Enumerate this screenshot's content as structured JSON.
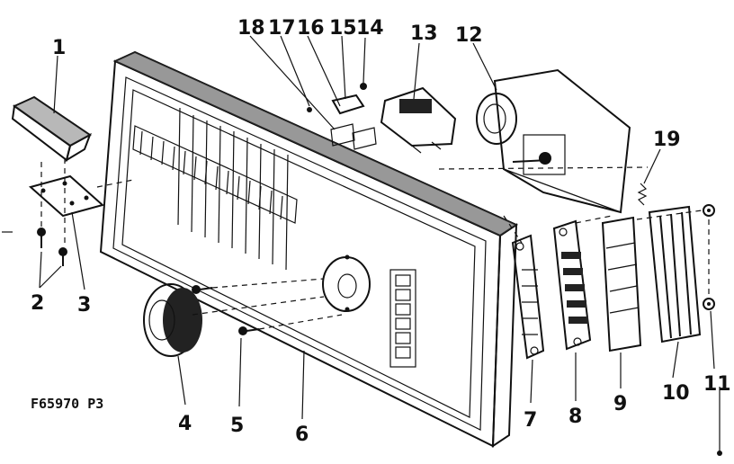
{
  "figure_code": "F65970 P3",
  "callouts": [
    {
      "id": "p1",
      "label": "1"
    },
    {
      "id": "p2",
      "label": "2"
    },
    {
      "id": "p3",
      "label": "3"
    },
    {
      "id": "p4",
      "label": "4"
    },
    {
      "id": "p5",
      "label": "5"
    },
    {
      "id": "p6",
      "label": "6"
    },
    {
      "id": "p7",
      "label": "7"
    },
    {
      "id": "p8",
      "label": "8"
    },
    {
      "id": "p9",
      "label": "9"
    },
    {
      "id": "p10",
      "label": "10"
    },
    {
      "id": "p11",
      "label": "11"
    },
    {
      "id": "p12",
      "label": "12"
    },
    {
      "id": "p13",
      "label": "13"
    },
    {
      "id": "p14",
      "label": "14"
    },
    {
      "id": "p15",
      "label": "15"
    },
    {
      "id": "p16",
      "label": "16"
    },
    {
      "id": "p17",
      "label": "17"
    },
    {
      "id": "p18",
      "label": "18"
    },
    {
      "id": "p19",
      "label": "19"
    }
  ]
}
